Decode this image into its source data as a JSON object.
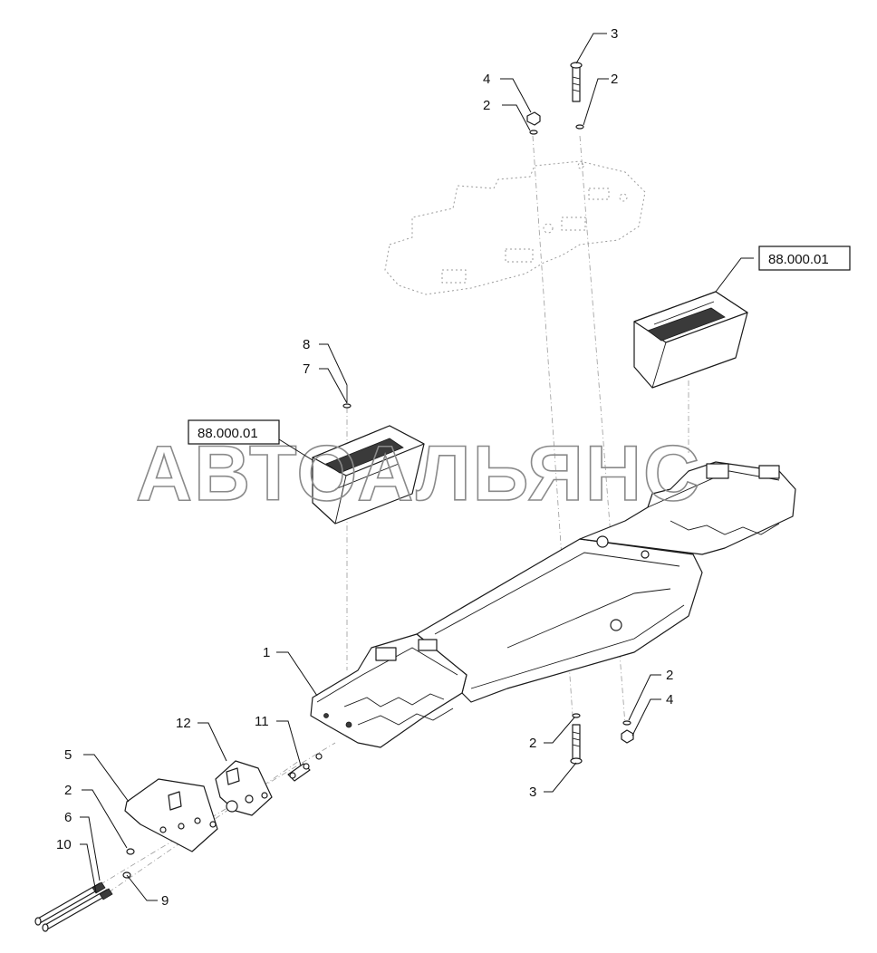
{
  "watermark": "АВТОАЛЬЯНС",
  "callouts": {
    "c3_top": "3",
    "c2_top_right": "2",
    "c4_top": "4",
    "c2_top_left": "2",
    "c8": "8",
    "c7": "7",
    "c1": "1",
    "c12": "12",
    "c11": "11",
    "c5": "5",
    "c2_left": "2",
    "c6": "6",
    "c10": "10",
    "c9": "9",
    "c2_bottom_mid": "2",
    "c3_bottom": "3",
    "c2_bottom_right": "2",
    "c4_bottom": "4"
  },
  "references": {
    "ref_right": "88.000.01",
    "ref_left": "88.000.01"
  }
}
